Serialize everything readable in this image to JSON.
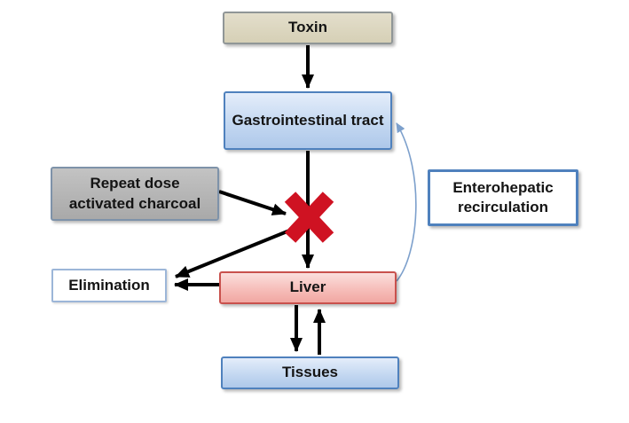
{
  "diagram": {
    "nodes": [
      {
        "id": "toxin",
        "label": "Toxin",
        "fill": "#d9d3ba",
        "border": "#909697"
      },
      {
        "id": "gi",
        "label": "Gastrointestinal tract",
        "fill": "#c4d8f1",
        "border": "#4f81bd"
      },
      {
        "id": "charcoal",
        "label": "Repeat dose activated charcoal",
        "fill": "#b5b5b5",
        "border": "#7e92a9"
      },
      {
        "id": "entero",
        "label": "Enterohepatic recirculation",
        "fill": "#ffffff",
        "border": "#4f81bd"
      },
      {
        "id": "elimination",
        "label": "Elimination",
        "fill": "#ffffff",
        "border": "#9cb6d8"
      },
      {
        "id": "liver",
        "label": "Liver",
        "fill": "#f6beba",
        "border": "#c9514d"
      },
      {
        "id": "tissues",
        "label": "Tissues",
        "fill": "#c4d8f1",
        "border": "#4f81bd"
      }
    ],
    "edges": [
      {
        "from": "Toxin",
        "to": "Gastrointestinal tract",
        "type": "arrow"
      },
      {
        "from": "Gastrointestinal tract",
        "to": "Liver",
        "type": "arrow",
        "blocked": true
      },
      {
        "from": "Repeat dose activated charcoal",
        "to": "blocked-cross",
        "type": "arrow"
      },
      {
        "from": "blocked-cross",
        "to": "Elimination",
        "type": "arrow"
      },
      {
        "from": "Liver",
        "to": "Elimination",
        "type": "arrow"
      },
      {
        "from": "Liver",
        "to": "Tissues",
        "type": "arrow"
      },
      {
        "from": "Tissues",
        "to": "Liver",
        "type": "arrow"
      },
      {
        "from": "Liver",
        "to": "Gastrointestinal tract",
        "type": "curved-arrow",
        "label": "Enterohepatic recirculation"
      }
    ],
    "colors": {
      "arrow": "#000000",
      "blocked_cross": "#cf1222",
      "recirculation_arrow": "#7da0cc",
      "text": "#141414",
      "background": "#ffffff"
    }
  }
}
